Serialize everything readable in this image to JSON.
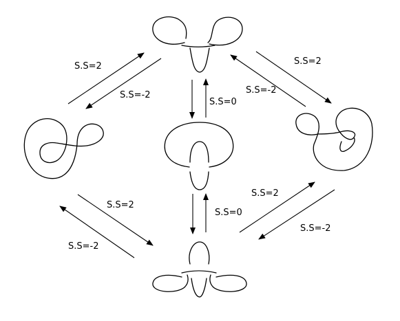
{
  "labels": {
    "top_left_up": "S.S=2",
    "top_left_down": "S.S=-2",
    "top_right_down": "S.S=2",
    "top_right_up": "S.S=-2",
    "center_top": "S.S=0",
    "center_bottom": "S.S=0",
    "bottom_left_down": "S.S=2",
    "bottom_left_up": "S.S=-2",
    "bottom_right_up": "S.S=2",
    "bottom_right_down": "S.S=-2"
  },
  "colors": {
    "stroke": "#000000",
    "background": "#ffffff"
  }
}
